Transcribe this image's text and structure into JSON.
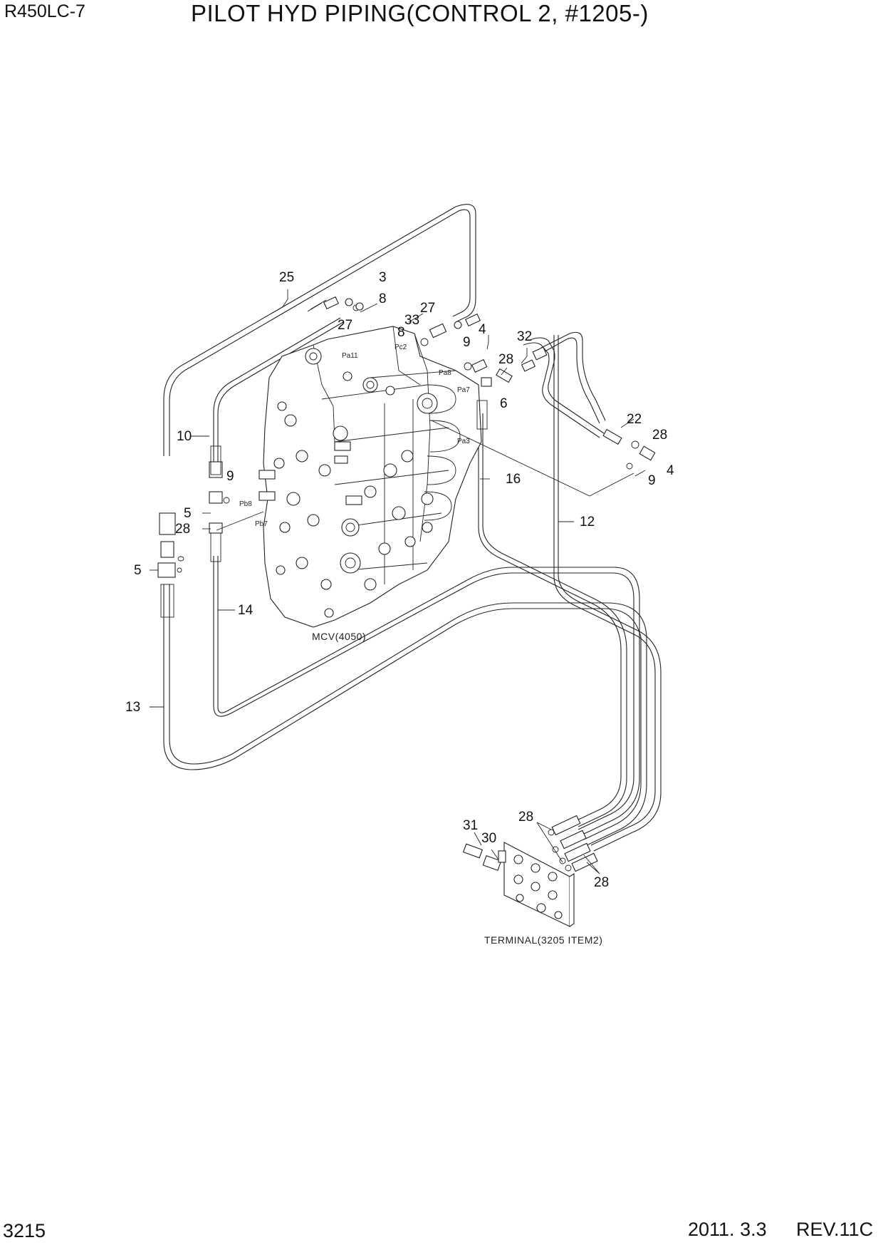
{
  "header": {
    "model": "R450LC-7",
    "title": "PILOT HYD PIPING(CONTROL 2, #1205-)"
  },
  "footer": {
    "page_number": "3215",
    "date": "2011. 3.3",
    "revision": "REV.11C"
  },
  "callouts": [
    "25",
    "3",
    "8",
    "27",
    "33",
    "27",
    "8",
    "4",
    "9",
    "32",
    "28",
    "6",
    "22",
    "28",
    "4",
    "9",
    "10",
    "9",
    "5",
    "28",
    "5",
    "16",
    "12",
    "14",
    "13",
    "31",
    "30",
    "28",
    "28"
  ],
  "port_labels": [
    "Pa11",
    "Pc2",
    "Pa8",
    "Pa7",
    "Pa3",
    "Pb8",
    "Pb7"
  ],
  "captions": {
    "mcv": "MCV(4050)",
    "terminal": "TERMINAL(3205 ITEM2)"
  }
}
